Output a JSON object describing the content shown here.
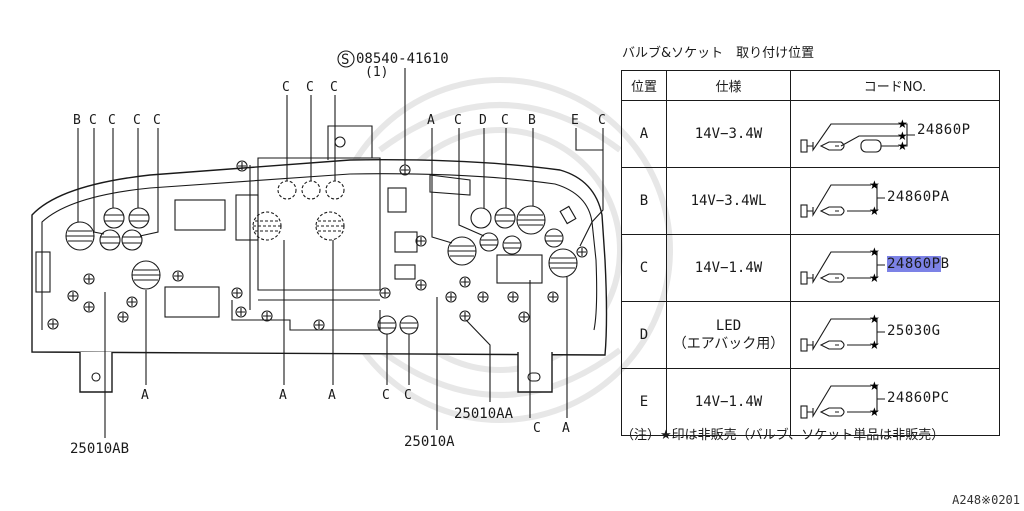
{
  "diagram": {
    "screw_ref": "08540-41610",
    "screw_symbol": "S",
    "screw_qty": "(1)",
    "top_callouts": [
      "B",
      "C",
      "C",
      "C",
      "C",
      "C",
      "C",
      "C",
      "A",
      "C",
      "D",
      "C",
      "B",
      "E",
      "C"
    ],
    "bottom_callouts": [
      "A",
      "A",
      "A",
      "C",
      "C",
      "C",
      "A"
    ],
    "parts": {
      "left_housing": "25010AB",
      "center_board": "25010A",
      "right_board": "25010AA"
    }
  },
  "table": {
    "caption": "バルブ&ソケット　取り付け位置",
    "headers": [
      "位置",
      "仕様",
      "コードNO."
    ],
    "rows": [
      {
        "position": "A",
        "spec": "14V−3.4W",
        "code": "24860P"
      },
      {
        "position": "B",
        "spec": "14V−3.4WL",
        "code": "24860PA"
      },
      {
        "position": "C",
        "spec": "14V−1.4W",
        "code_highlight": "24860P",
        "code_rest": "B"
      },
      {
        "position": "D",
        "spec_line1": "LED",
        "spec_line2": "（エアバック用）",
        "code": "25030G"
      },
      {
        "position": "E",
        "spec": "14V−1.4W",
        "code": "24860PC"
      }
    ],
    "note": "（注）★印は非販売（バルブ、ソケット単品は非販売）"
  },
  "footer": {
    "ref_code": "A248※0201"
  },
  "colors": {
    "highlight": "#7c82e6",
    "ink": "#1a1a1a",
    "watermark": "#e7e7e7"
  }
}
